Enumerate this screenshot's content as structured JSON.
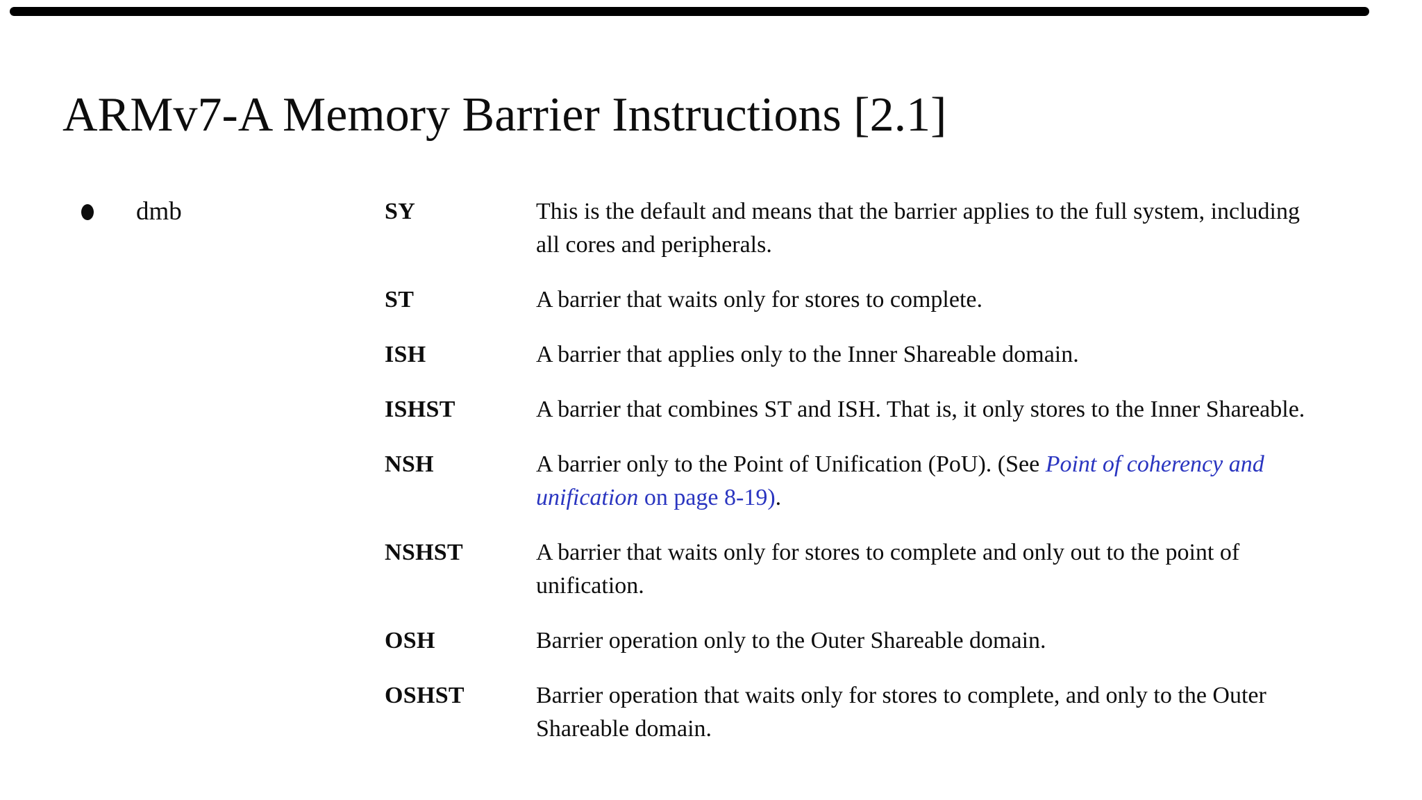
{
  "title": "ARMv7-A Memory Barrier Instructions [2.1]",
  "bullet": {
    "label": "dmb"
  },
  "colors": {
    "background": "#ffffff",
    "text": "#0d0d0d",
    "top_bar": "#000000",
    "link_blue": "#2a35c0"
  },
  "table": {
    "rows": [
      {
        "label": "SY",
        "segments": [
          {
            "t": "This is the default and means that the barrier applies to the full system, including"
          },
          {
            "br": true
          },
          {
            "t": "all cores and peripherals."
          }
        ]
      },
      {
        "label": "ST",
        "segments": [
          {
            "t": "A barrier that waits only for stores to complete."
          }
        ]
      },
      {
        "label": "ISH",
        "segments": [
          {
            "t": "A barrier that applies only to the Inner Shareable domain."
          }
        ]
      },
      {
        "label": "ISHST",
        "segments": [
          {
            "t": "A barrier that combines ST and ISH. That is, it only stores to the Inner Shareable."
          }
        ]
      },
      {
        "label": "NSH",
        "segments": [
          {
            "t": "A barrier only to the Point of Unification (PoU). (See "
          },
          {
            "t": "Point of coherency and",
            "s": "link-italic"
          },
          {
            "br": true
          },
          {
            "t": "unification",
            "s": "link-italic"
          },
          {
            "t": " on page 8-19",
            "s": "link"
          },
          {
            "t": ")",
            "s": "link"
          },
          {
            "t": "."
          }
        ]
      },
      {
        "label": "NSHST",
        "segments": [
          {
            "t": "A barrier that waits only for stores to complete and only out to the point of"
          },
          {
            "br": true
          },
          {
            "t": "unification."
          }
        ]
      },
      {
        "label": "OSH",
        "segments": [
          {
            "t": "Barrier operation only to the Outer Shareable domain."
          }
        ]
      },
      {
        "label": "OSHST",
        "segments": [
          {
            "t": "Barrier operation that waits only for stores to complete, and only to the Outer"
          },
          {
            "br": true
          },
          {
            "t": "Shareable domain."
          }
        ]
      }
    ]
  }
}
